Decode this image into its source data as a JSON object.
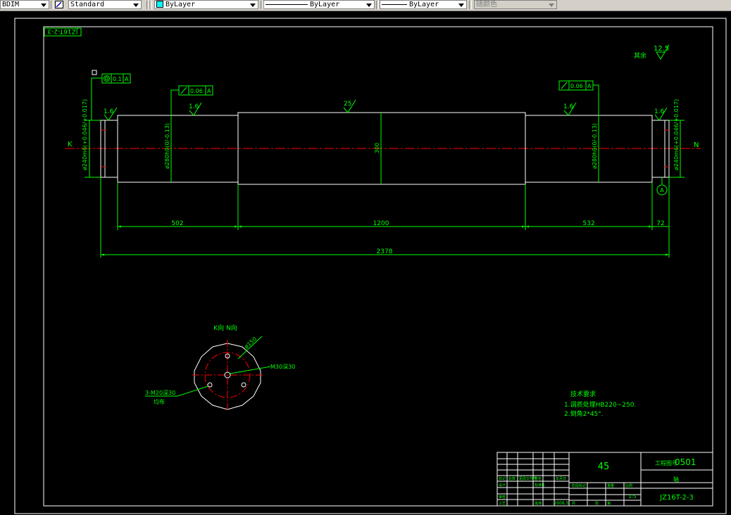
{
  "toolbar": {
    "dimstyle": "BDIM",
    "textstyle": "Standard",
    "layer": "ByLayer",
    "linetype": "ByLayer",
    "lineweight": "ByLayer",
    "plotstyle": "随颜色"
  },
  "drawing": {
    "title_block_mirror": "JZ16T-2-3",
    "roughness_corner": "12.5",
    "roughness_corner_label": "其余",
    "datum": "A",
    "gtol_left": "0.1",
    "gtol_mid_left": "0.06",
    "gtol_right": "0.06",
    "end_left": "K",
    "end_right": "N",
    "rough_1": "1.6",
    "rough_2": "1.6",
    "rough_3": "25",
    "rough_4": "1.6",
    "rough_5": "1.6",
    "dia_left_end": "ø240m6(+0.046/+0.017)",
    "dia_left_journal": "ø280h9(0/-0.13)",
    "dia_center": "300",
    "dia_right_journal": "ø280h9(0/-0.13)",
    "dia_right_end": "ø240m6(+0.046/+0.017)",
    "dim_502": "502",
    "dim_1200": "1200",
    "dim_532": "532",
    "dim_72": "72",
    "dim_2378": "2378",
    "section_title": "K向 N向",
    "dim_pcd": "ø150",
    "dim_center_thread": "M30深30",
    "dim_holes": "3-M20深30",
    "dim_holes_sub": "均布",
    "notes_title": "技术要求",
    "note_1": "1.调质处理HB220~250.",
    "note_2": "2.倒角2*45°.",
    "tb_material": "45",
    "tb_drawing_label": "工程图号",
    "tb_drawing_no": "0501",
    "tb_name": "轴",
    "tb_code": "JZ16T-2-3",
    "tb_scale": "1:5",
    "tb_date": "2006.5",
    "tb_small_1": "标记",
    "tb_small_2": "处数",
    "tb_small_3": "设计",
    "tb_small_4": "审核",
    "tb_small_5": "工艺",
    "tb_small_6": "批准",
    "tb_small_7": "阶段标记",
    "tb_small_8": "重量",
    "tb_small_9": "比例",
    "tb_small_10": "共",
    "tb_small_11": "张",
    "tb_small_12": "第",
    "tb_small_13": "标准化",
    "tb_small_14": "更改文件号",
    "tb_small_15": "签名",
    "tb_small_16": "年月日"
  },
  "colors": {
    "green": "#00ff00",
    "white": "#ffffff",
    "red": "#ff0000",
    "toolbar": "#d4d0c8"
  }
}
